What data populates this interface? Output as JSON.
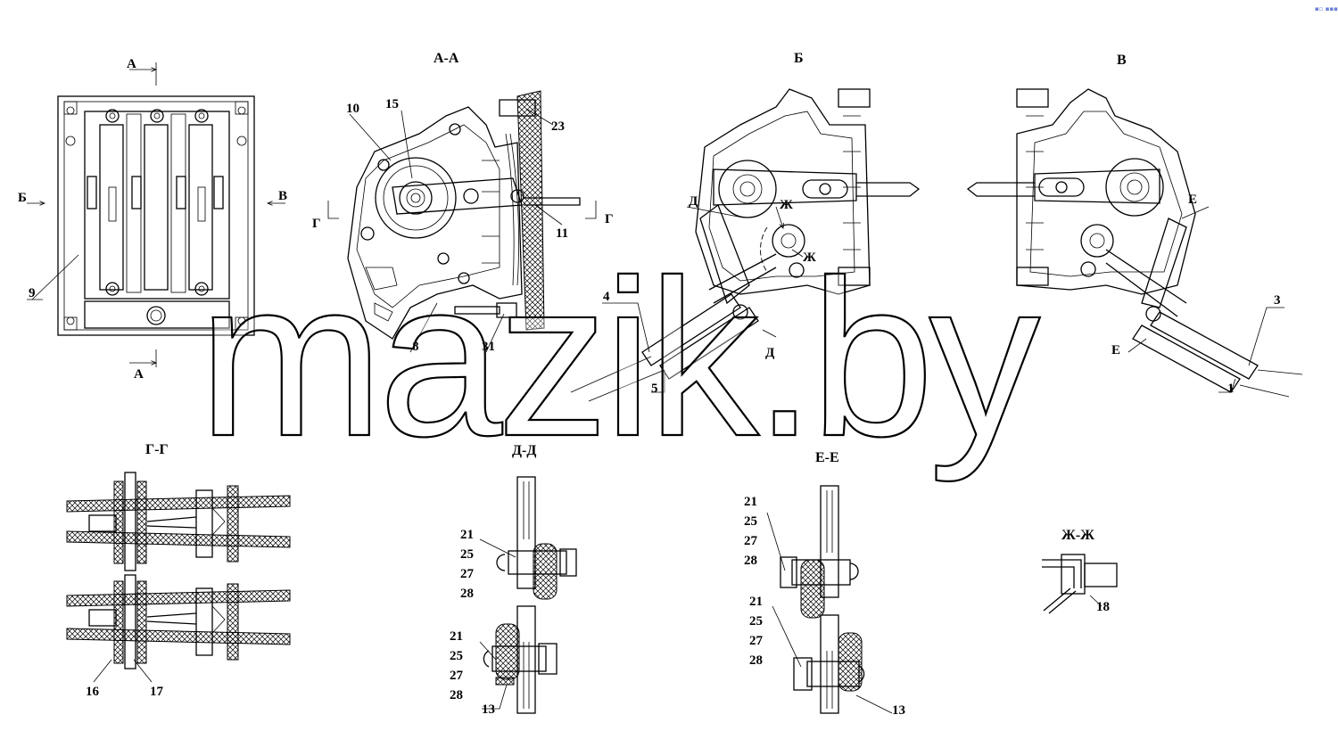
{
  "views": {
    "aa": "А-А",
    "b": "Б",
    "v": "В",
    "gg": "Г-Г",
    "dd": "Д-Д",
    "ee": "Е-Е",
    "zhzh": "Ж-Ж"
  },
  "markers": {
    "a": "А",
    "b": "Б",
    "v": "В",
    "g": "Г",
    "d": "Д",
    "e": "Е",
    "zh": "Ж"
  },
  "callouts": {
    "n1": "1",
    "n3": "3",
    "n4": "4",
    "n5": "5",
    "n8": "8",
    "n9": "9",
    "n10": "10",
    "n11": "11",
    "n13": "13",
    "n15": "15",
    "n16": "16",
    "n17": "17",
    "n18": "18",
    "n21": "21",
    "n23": "23",
    "n25": "25",
    "n27": "27",
    "n28": "28",
    "n31": "31"
  },
  "watermark": "mazik.by",
  "corner_mark": "▪▫ ▪▪▪"
}
